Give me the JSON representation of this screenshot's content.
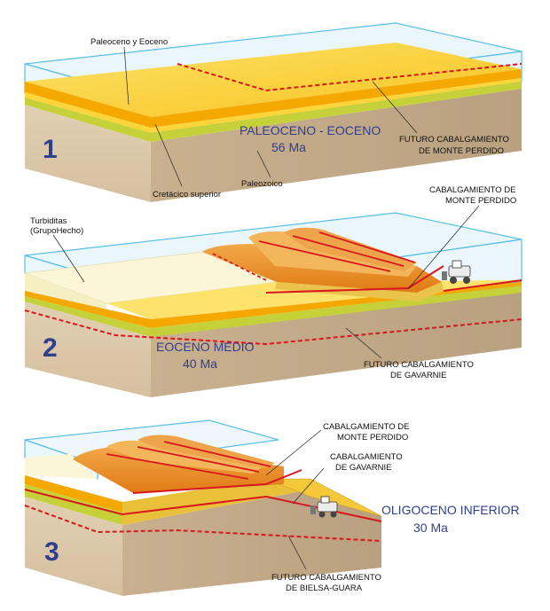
{
  "panels": [
    {
      "number": "1",
      "era_line1": "PALEOCENO - EOCENO",
      "era_line2": "56 Ma",
      "labels": {
        "paleoceno": "Paleoceno y Eoceno",
        "cretacico": "Cretácico superior",
        "paleozoico": "Paleozoico",
        "futuro1": "FUTURO CABALGAMIENTO",
        "futuro2": "DE MONTE PERDIDO"
      }
    },
    {
      "number": "2",
      "era_line1": "EOCENO MEDIO",
      "era_line2": "40 Ma",
      "labels": {
        "turbiditas1": "Turbiditas",
        "turbiditas2": "(GrupoHecho)",
        "cabalg1": "CABALGAMIENTO DE",
        "cabalg2": "MONTE PERDIDO",
        "futuro1": "FUTURO CABALGAMIENTO",
        "futuro2": "DE  GAVARNIE"
      }
    },
    {
      "number": "3",
      "era_line1": "OLIGOCENO INFERIOR",
      "era_line2": "30 Ma",
      "labels": {
        "cabalg1": "CABALGAMIENTO DE",
        "cabalg2": "MONTE PERDIDO",
        "gavarnie1": "CABALGAMIENTO",
        "gavarnie2": "DE  GAVARNIE",
        "futuro1": "FUTURO CABALGAMIENTO",
        "futuro2": "DE BIELSA-GUARA"
      }
    }
  ],
  "colors": {
    "paleozoic_top": "#eadcc6",
    "paleozoic_front": "#dbc7a8",
    "paleozoic_side": "#c9b190",
    "cretaceous": "#c6d13a",
    "paleocene": "#f5b800",
    "eocene": "#fdd94a",
    "turbidites": "#fbf6d8",
    "water": "#9fd8ee",
    "fault": "#d8171e",
    "label": "#2f3f8f"
  }
}
